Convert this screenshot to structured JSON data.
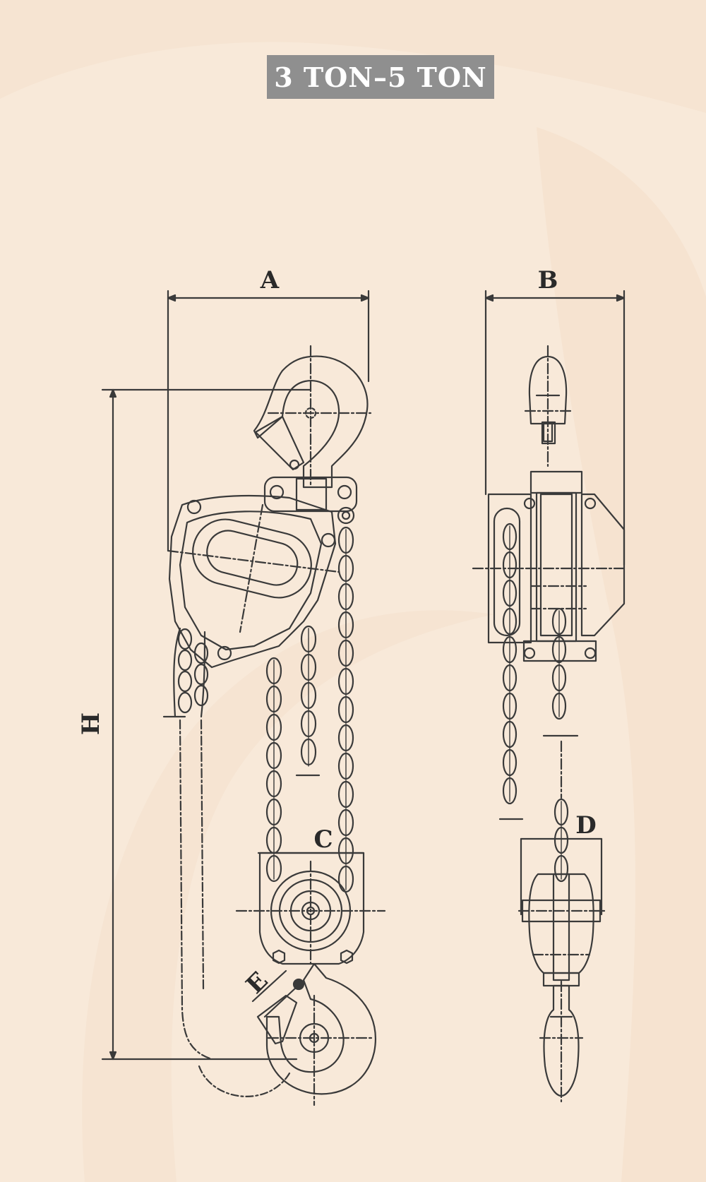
{
  "title": "3 TON–5 TON",
  "dimensions": {
    "a": "A",
    "b": "B",
    "c": "C",
    "d": "D",
    "e": "E",
    "h": "H"
  },
  "colors": {
    "background": "#f8e9d9",
    "badge": "#8f8f8f",
    "line": "#3a3a3a"
  }
}
